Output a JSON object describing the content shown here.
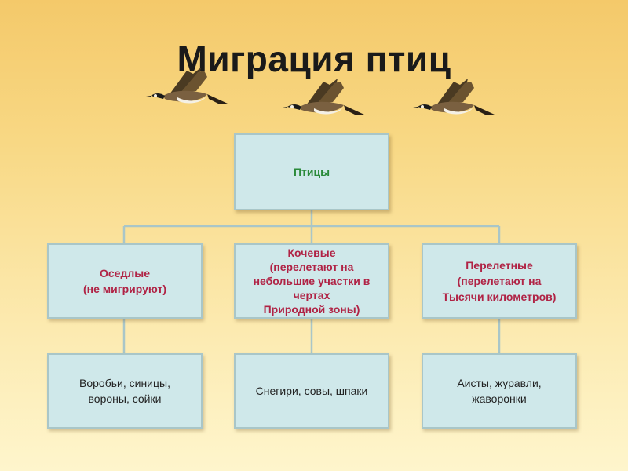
{
  "title": "Миграция птиц",
  "root": {
    "label": "Птицы"
  },
  "categories": [
    {
      "label": "Оседлые\n(не мигрируют)"
    },
    {
      "label": "Кочевые\n(перелетают на\nнебольшие участки в\nчертах\nПриродной зоны)"
    },
    {
      "label": "Перелетные\n(перелетают на\nТысячи километров)"
    }
  ],
  "examples": [
    {
      "label": "Воробьи,  синицы,\nвороны, сойки"
    },
    {
      "label": "Снегири, совы, шпаки"
    },
    {
      "label": "Аисты, журавли,\nжаворонки"
    }
  ],
  "colors": {
    "box_fill": "#cfe8ea",
    "root_text": "#2a8a3a",
    "category_text": "#b02345",
    "connector": "#a9c6c8"
  },
  "icons": [
    "goose-icon",
    "goose-icon",
    "goose-icon"
  ]
}
